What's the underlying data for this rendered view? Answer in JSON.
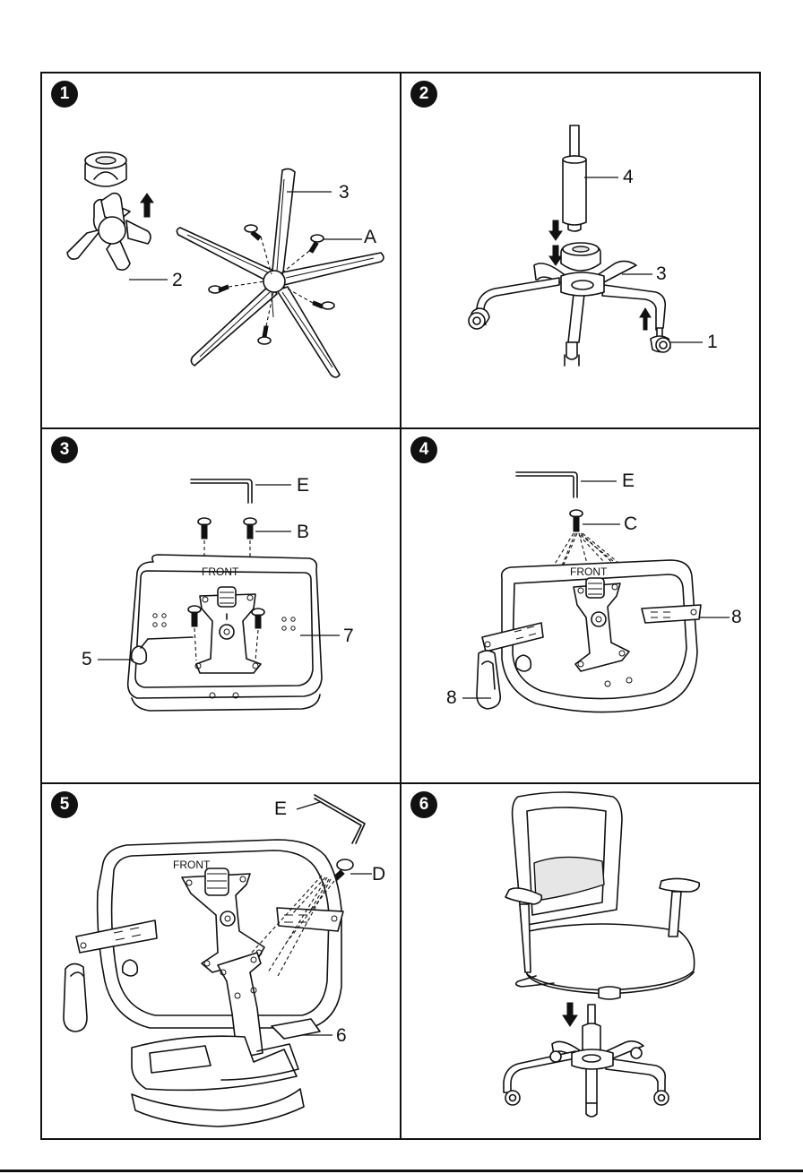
{
  "steps": [
    {
      "number": "1",
      "labels": {
        "part_3": "3",
        "part_a": "A",
        "part_2": "2"
      }
    },
    {
      "number": "2",
      "labels": {
        "part_4": "4",
        "part_3": "3",
        "part_1": "1"
      }
    },
    {
      "number": "3",
      "labels": {
        "part_e": "E",
        "part_b": "B",
        "part_7": "7",
        "part_5": "5"
      },
      "front_text": "FRONT"
    },
    {
      "number": "4",
      "labels": {
        "part_e": "E",
        "part_c": "C",
        "part_8_right": "8",
        "part_8_left": "8"
      },
      "front_text": "FRONT"
    },
    {
      "number": "5",
      "labels": {
        "part_e": "E",
        "part_d": "D",
        "part_6": "6"
      },
      "front_text": "FRONT"
    },
    {
      "number": "6",
      "labels": {}
    }
  ]
}
